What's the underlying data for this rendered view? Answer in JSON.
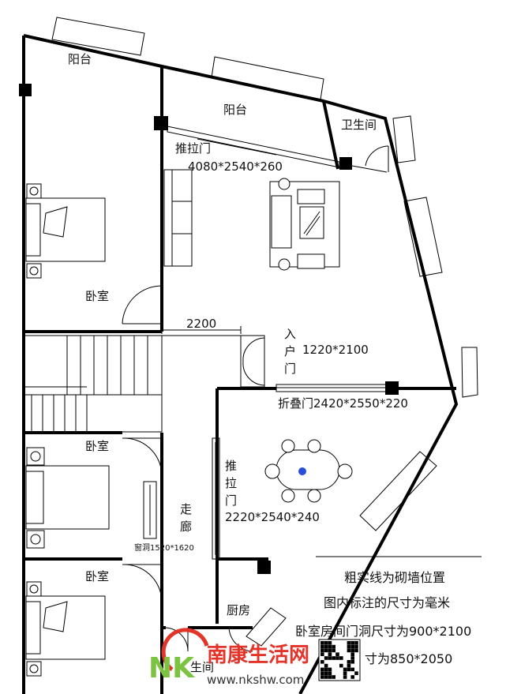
{
  "rooms": {
    "balcony_left": "阳台",
    "balcony_center": "阳台",
    "bathroom_top": "卫生间",
    "bedroom_1": "卧室",
    "bedroom_2": "卧室",
    "bedroom_3": "卧室",
    "corridor_1": "走",
    "corridor_2": "廊",
    "kitchen": "厨房",
    "bath_bottom_fragment": "生间"
  },
  "doors": {
    "sliding_label": "推拉门",
    "sliding_size": "4080*2540*260",
    "entry_1": "入",
    "entry_2": "户",
    "entry_3": "门",
    "entry_size": "1220*2100",
    "folding_label": "折叠门2420*2550*220",
    "inner_1": "推",
    "inner_2": "拉",
    "inner_3": "门",
    "inner_size": "2220*2540*240",
    "window_hole": "窗洞1520*1620"
  },
  "dimensions": {
    "living_width": "2200"
  },
  "notes": {
    "line1": "粗实线为砌墙位置",
    "line2": "图内标注的尺寸为毫米",
    "line3": "卧室房间门洞尺寸为900*2100",
    "line4": "寸为850*2050"
  },
  "watermark": {
    "logo": "NK",
    "site_name": "南康生活网",
    "url": "www.nkshw.com"
  }
}
